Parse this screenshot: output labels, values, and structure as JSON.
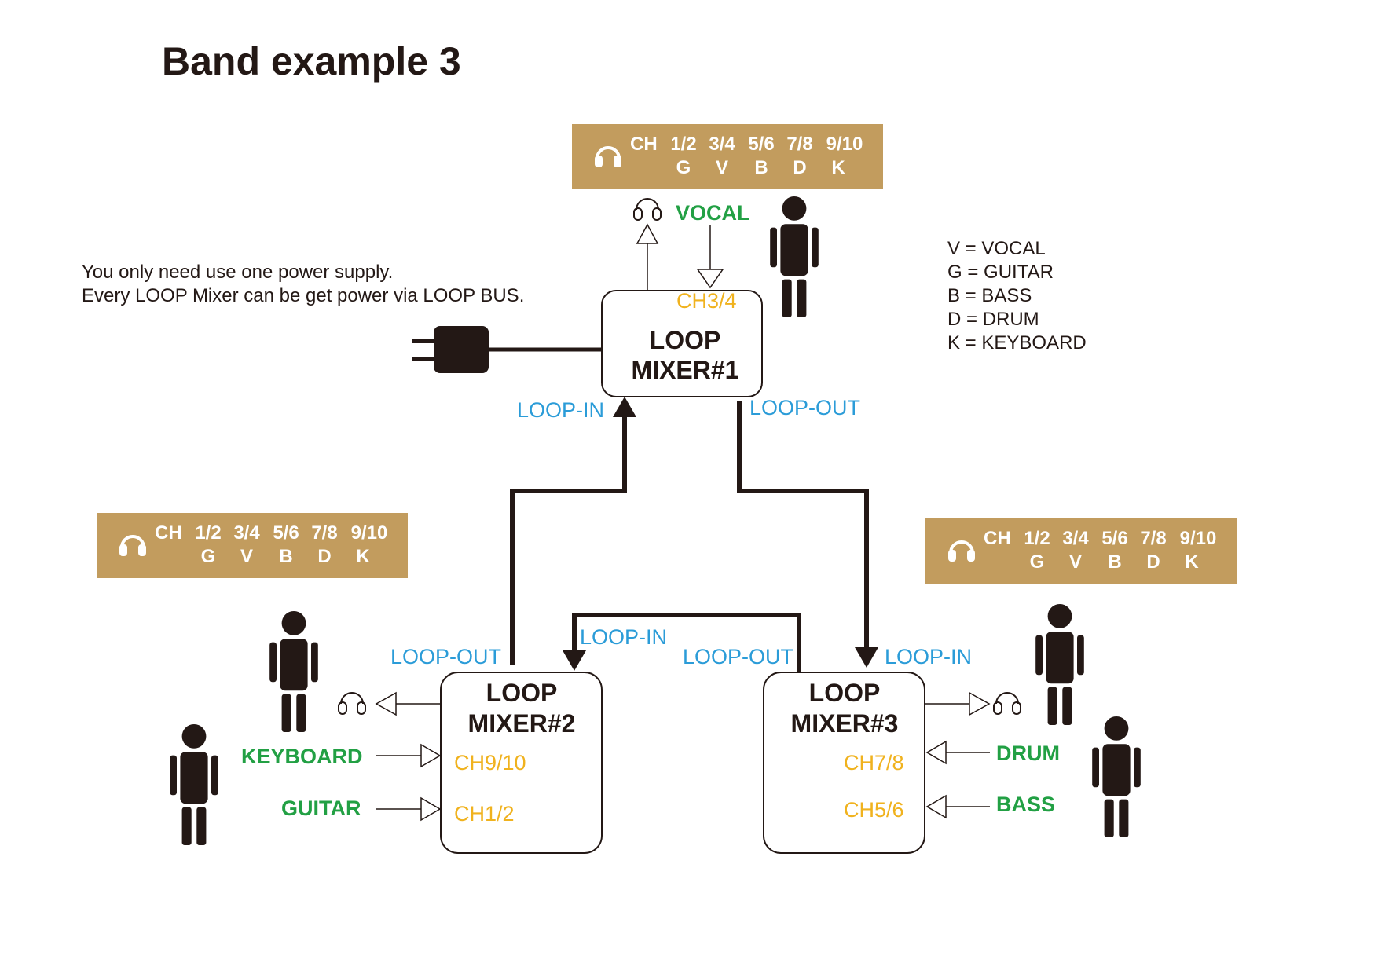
{
  "title": "Band example 3",
  "note": {
    "line1": "You only need use one power supply.",
    "line2": "Every LOOP Mixer can be get power via LOOP BUS."
  },
  "legend": [
    "V = VOCAL",
    "G = GUITAR",
    "B = BASS",
    "D = DRUM",
    "K = KEYBOARD"
  ],
  "panel": {
    "ch_label": "CH",
    "channels": [
      "1/2",
      "3/4",
      "5/6",
      "7/8",
      "9/10"
    ],
    "instruments": [
      "G",
      "V",
      "B",
      "D",
      "K"
    ],
    "color": "#c29c5e"
  },
  "mixers": {
    "m1": {
      "line1": "LOOP",
      "line2": "MIXER#1",
      "channel": "CH3/4",
      "input": "VOCAL"
    },
    "m2": {
      "line1": "LOOP",
      "line2": "MIXER#2",
      "ch_a": "CH9/10",
      "ch_b": "CH1/2",
      "input_a": "KEYBOARD",
      "input_b": "GUITAR"
    },
    "m3": {
      "line1": "LOOP",
      "line2": "MIXER#3",
      "ch_a": "CH7/8",
      "ch_b": "CH5/6",
      "input_a": "DRUM",
      "input_b": "BASS"
    }
  },
  "ports": {
    "loop_in": "LOOP-IN",
    "loop_out": "LOOP-OUT"
  },
  "colors": {
    "port_label": "#2b9cd8",
    "input_label": "#22a044",
    "channel_label": "#f0b21e",
    "line": "#231815"
  }
}
